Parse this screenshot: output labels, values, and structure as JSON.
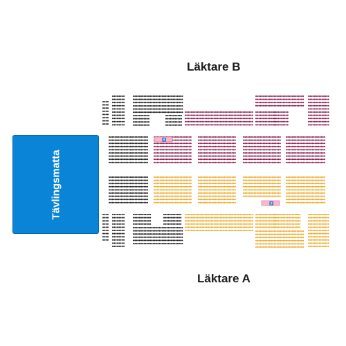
{
  "stands": {
    "upper_label": "Läktare B",
    "lower_label": "Läktare A"
  },
  "floor": {
    "label": "Tävlingsmatta"
  },
  "colors": {
    "standard": "#1e1e1e",
    "category_b": "#8c1a4e",
    "category_a": "#f2a41c",
    "mat": "#0a84d6",
    "wheelchair_marker": "#f7b9cc"
  },
  "icons": {
    "seat": "seat-dot",
    "wheelchair": "wheelchair-icon"
  }
}
